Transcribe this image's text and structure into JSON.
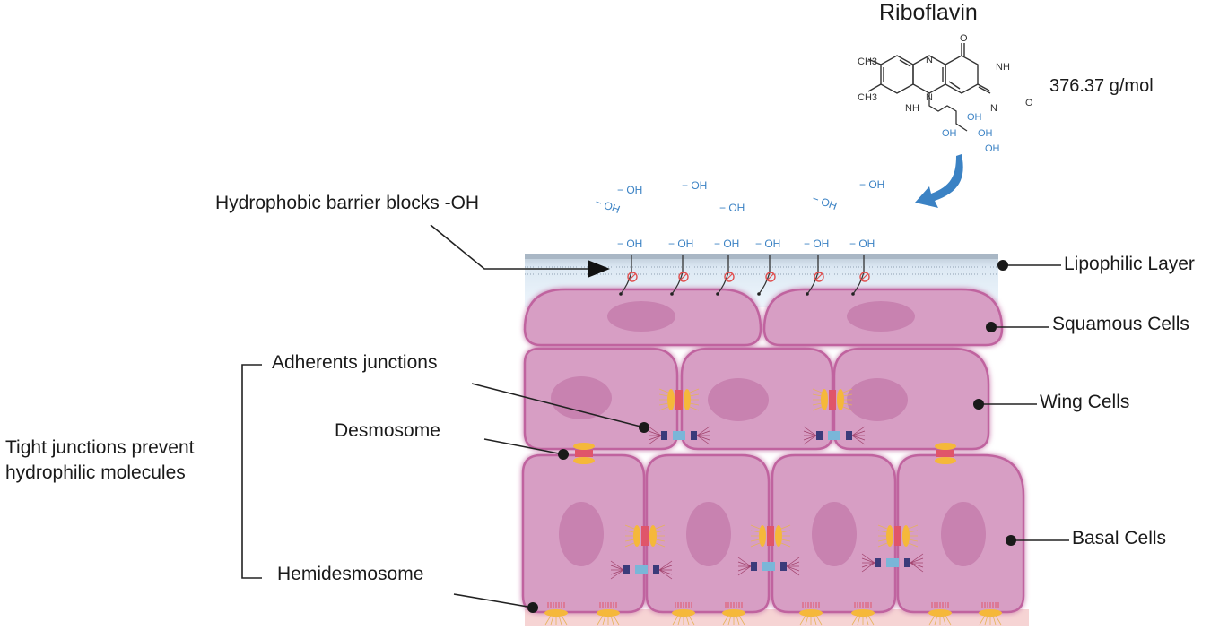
{
  "molecule": {
    "name": "Riboflavin",
    "molar_mass": "376.37 g/mol",
    "atoms": {
      "ch3_top": "CH3",
      "ch3_bottom": "CH3",
      "nh_left": "NH",
      "n_top": "N",
      "n_mid": "N",
      "n_bottom": "N",
      "nh_right": "NH",
      "o_top": "O",
      "o_right": "O"
    },
    "hydroxyls": [
      "OH",
      "OH",
      "OH",
      "OH"
    ]
  },
  "free_groups": [
    "− OH",
    "− OH",
    "− OH",
    "− OH",
    "− OH",
    "− OH"
  ],
  "blocked_groups": [
    "− OH",
    "− OH",
    "− OH",
    "− OH",
    "− OH",
    "− OH"
  ],
  "labels": {
    "hydrophobic_barrier": "Hydrophobic barrier blocks -OH",
    "lipophilic_layer": "Lipophilic Layer",
    "squamous_cells": "Squamous Cells",
    "wing_cells": "Wing Cells",
    "basal_cells": "Basal Cells",
    "adherents_junctions": "Adherents junctions",
    "desmosome": "Desmosome",
    "hemidesmosome": "Hemidesmosome",
    "tight_junctions_line1": "Tight junctions prevent",
    "tight_junctions_line2": "hydrophilic molecules"
  },
  "colors": {
    "cell_fill": "#d79ec4",
    "cell_stroke": "#c0649f",
    "nucleus": "#c882b0",
    "hydroxyl_blue": "#3b82c4",
    "lipid_layer": "#dbeaf6",
    "basement": "#f6d4d4",
    "desmosome_yellow": "#f5b83a",
    "desmosome_red": "#e0556a",
    "adherens_blue": "#7ab6d8",
    "adherens_navy": "#3b3b7a",
    "block_red": "#e05050"
  }
}
